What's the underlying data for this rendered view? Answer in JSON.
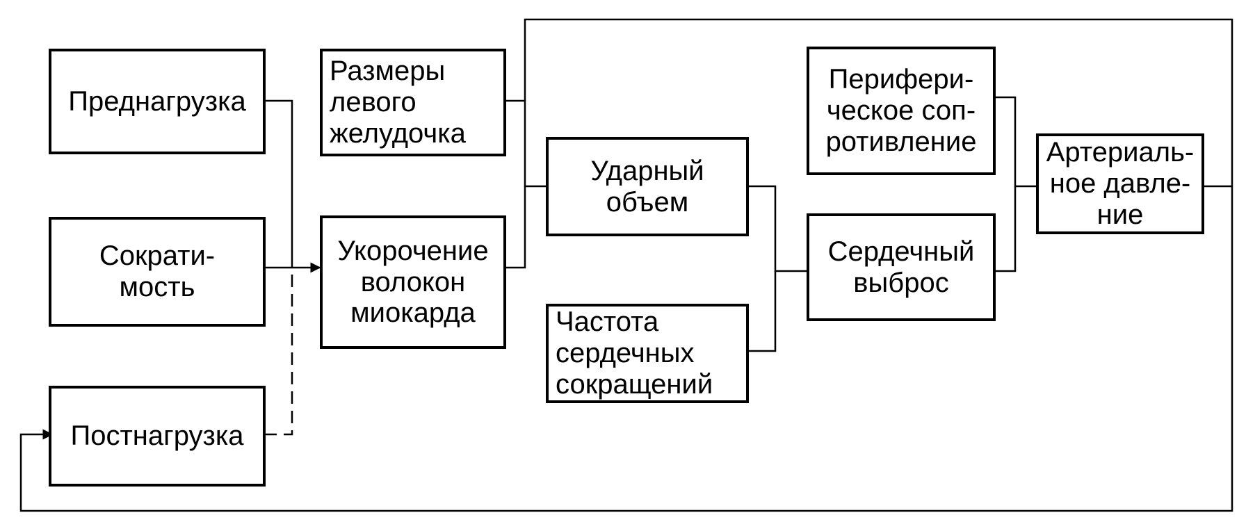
{
  "diagram": {
    "boxes": {
      "preload": "Преднагрузка",
      "contractility": "Сократи-\nмость",
      "afterload": "Постнагрузка",
      "lv_size": "Размеры\nлевого\nжелудочка",
      "fiber_shortening": "Укорочение\nволокон\nмиокарда",
      "stroke_volume": "Ударный\nобъем",
      "heart_rate": "Частота\nсердечных\nсокращений",
      "peripheral_resistance": "Перифери-\nческое соп-\nротивление",
      "cardiac_output": "Сердечный\nвыброс",
      "arterial_pressure": "Артериаль-\nное давле-\nние"
    }
  }
}
